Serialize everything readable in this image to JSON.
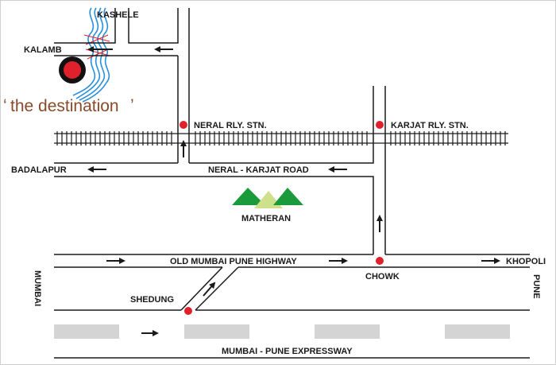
{
  "map": {
    "title_quote_open": "‘",
    "title": "the destination",
    "title_quote_close": "’",
    "places": {
      "kashele": "KASHELE",
      "kalamb": "KALAMB",
      "badalapur": "BADALAPUR",
      "neral_station": "NERAL RLY. STN.",
      "karjat_station": "KARJAT RLY. STN.",
      "matheran": "MATHERAN",
      "chowk": "CHOWK",
      "khopoli": "KHOPOLI",
      "shedung": "SHEDUNG",
      "mumbai": "MUMBAI",
      "pune": "PUNE"
    },
    "roads": {
      "neral_karjat": "NERAL - KARJAT ROAD",
      "old_highway": "OLD MUMBAI PUNE HIGHWAY",
      "expressway": "MUMBAI - PUNE EXPRESSWAY"
    },
    "colors": {
      "road": "#1a1a1a",
      "marker": "#e0202a",
      "river": "#2a8fd8",
      "mountain_dark": "#1a9a3a",
      "mountain_light": "#cfe08a",
      "expressway_band": "#d4d4d4",
      "destination_text": "#8a4a2a"
    }
  }
}
